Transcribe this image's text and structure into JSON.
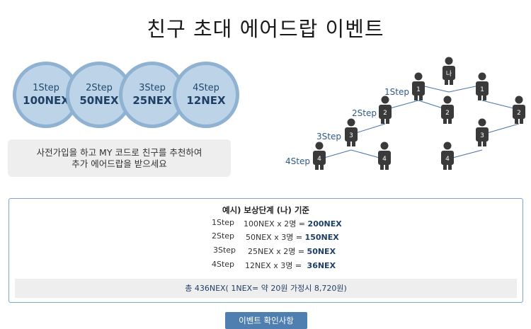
{
  "title": "친구 초대 에어드랍 이벤트",
  "steps": [
    {
      "step": "1Step",
      "amount": "100NEX"
    },
    {
      "step": "2Step",
      "amount": "50NEX"
    },
    {
      "step": "3Step",
      "amount": "25NEX"
    },
    {
      "step": "4Step",
      "amount": "12NEX"
    }
  ],
  "description": {
    "line1": "사전가입을 하고 MY 코드로 친구를 추천하여",
    "line2": "추가 에어드랍을 받으세요"
  },
  "tree": {
    "labels": [
      "1Step",
      "2Step",
      "3Step",
      "4Step"
    ],
    "root_badge": "나",
    "badges": {
      "level1": "1",
      "level2": "2",
      "level3": "3",
      "level4": "4"
    }
  },
  "example": {
    "title": "예시) 보상단계 (나) 기준",
    "rows": [
      {
        "step": "1Step",
        "calc": "100NEX x 2명 = ",
        "result": "200NEX"
      },
      {
        "step": "2Step",
        "calc": "50NEX x 3명 = ",
        "result": "150NEX"
      },
      {
        "step": "3Step",
        "calc": "25NEX x 2명 = ",
        "result": "50NEX"
      },
      {
        "step": "4Step",
        "calc": "12NEX x 3명 = ",
        "result": "36NEX"
      }
    ],
    "total": "총 436NEX( 1NEX= 약 20원 가정시 8,720원)"
  },
  "button": {
    "label": "이벤트 확인사항"
  },
  "colors": {
    "accent": "#4f7fb0",
    "circle": "#bcd3e8",
    "person": "#3a3a3a"
  }
}
